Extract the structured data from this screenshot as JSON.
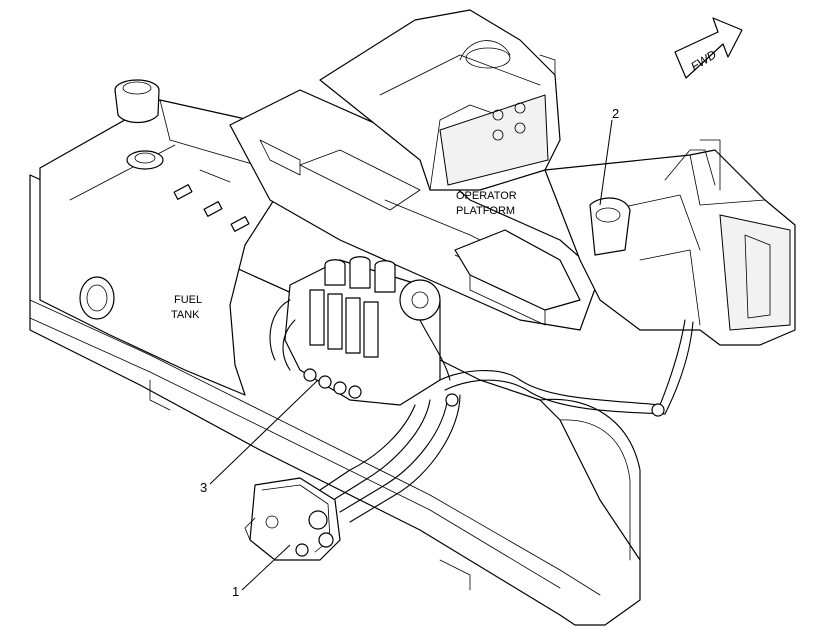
{
  "diagram": {
    "direction_arrow": {
      "label": "FWD",
      "icon": "forward-arrow-icon"
    },
    "labels": {
      "operator_platform_line1": "OPERATOR",
      "operator_platform_line2": "PLATFORM",
      "fuel_tank_line1": "FUEL",
      "fuel_tank_line2": "TANK"
    },
    "callouts": [
      {
        "number": "1"
      },
      {
        "number": "2"
      },
      {
        "number": "3"
      }
    ]
  }
}
